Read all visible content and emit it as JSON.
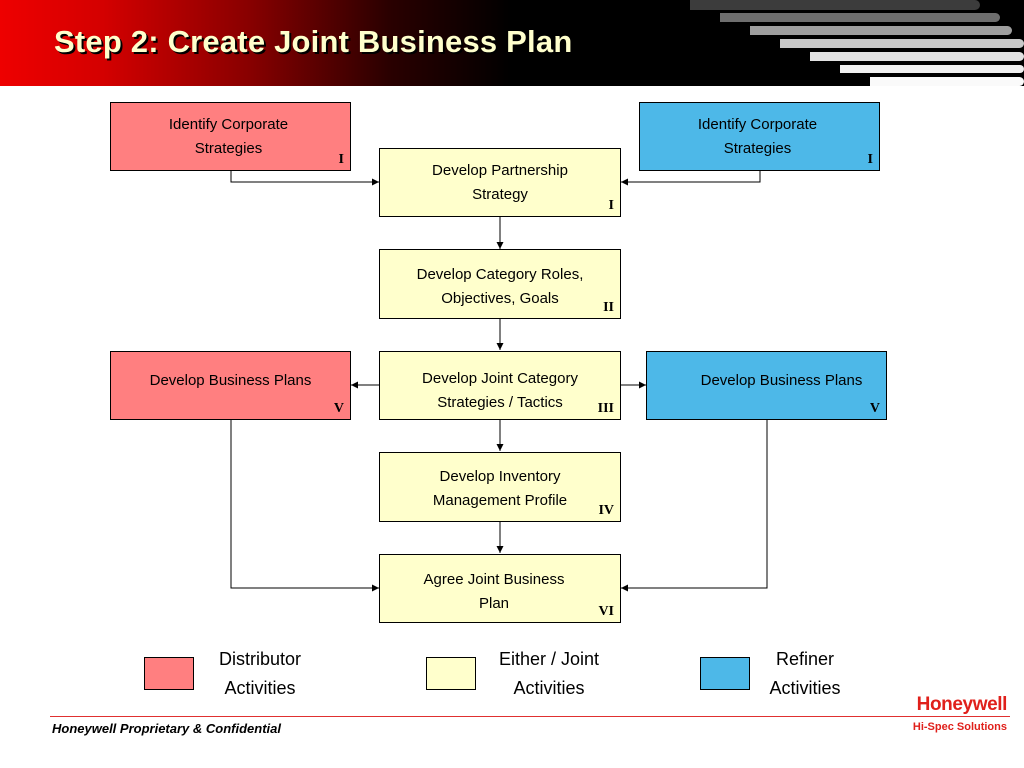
{
  "slide": {
    "title": "Step 2: Create Joint Business Plan"
  },
  "colors": {
    "distributor": "#ff7f80",
    "refiner": "#4db8e8",
    "joint": "#ffffcc",
    "title_text": "#ffffcc",
    "brand_red": "#e0201b"
  },
  "flowchart": {
    "boxes": {
      "dist_identify": {
        "label": "Identify Corporate\nStrategies",
        "step": "I"
      },
      "ref_identify": {
        "label": "Identify Corporate\nStrategies",
        "step": "I"
      },
      "partnership": {
        "label": "Develop Partnership\nStrategy",
        "step": "I"
      },
      "category_roles": {
        "label": "Develop Category Roles,\nObjectives, Goals",
        "step": "II"
      },
      "dist_business_plans": {
        "label": "Develop Business Plans",
        "step": "V"
      },
      "joint_category": {
        "label": "Develop Joint Category\nStrategies / Tactics",
        "step": "III"
      },
      "ref_business_plans": {
        "label": "Develop Business Plans",
        "step": "V"
      },
      "inventory": {
        "label": "Develop Inventory\nManagement Profile",
        "step": "IV"
      },
      "agree_plan": {
        "label": "Agree Joint Business\nPlan",
        "step": "VI"
      }
    }
  },
  "legend": {
    "distributor": "Distributor\nActivities",
    "joint": "Either / Joint\nActivities",
    "refiner": "Refiner\nActivities"
  },
  "footer": {
    "confidential": "Honeywell Proprietary & Confidential",
    "logo_name": "Honeywell",
    "logo_tagline": "Hi-Spec Solutions"
  }
}
